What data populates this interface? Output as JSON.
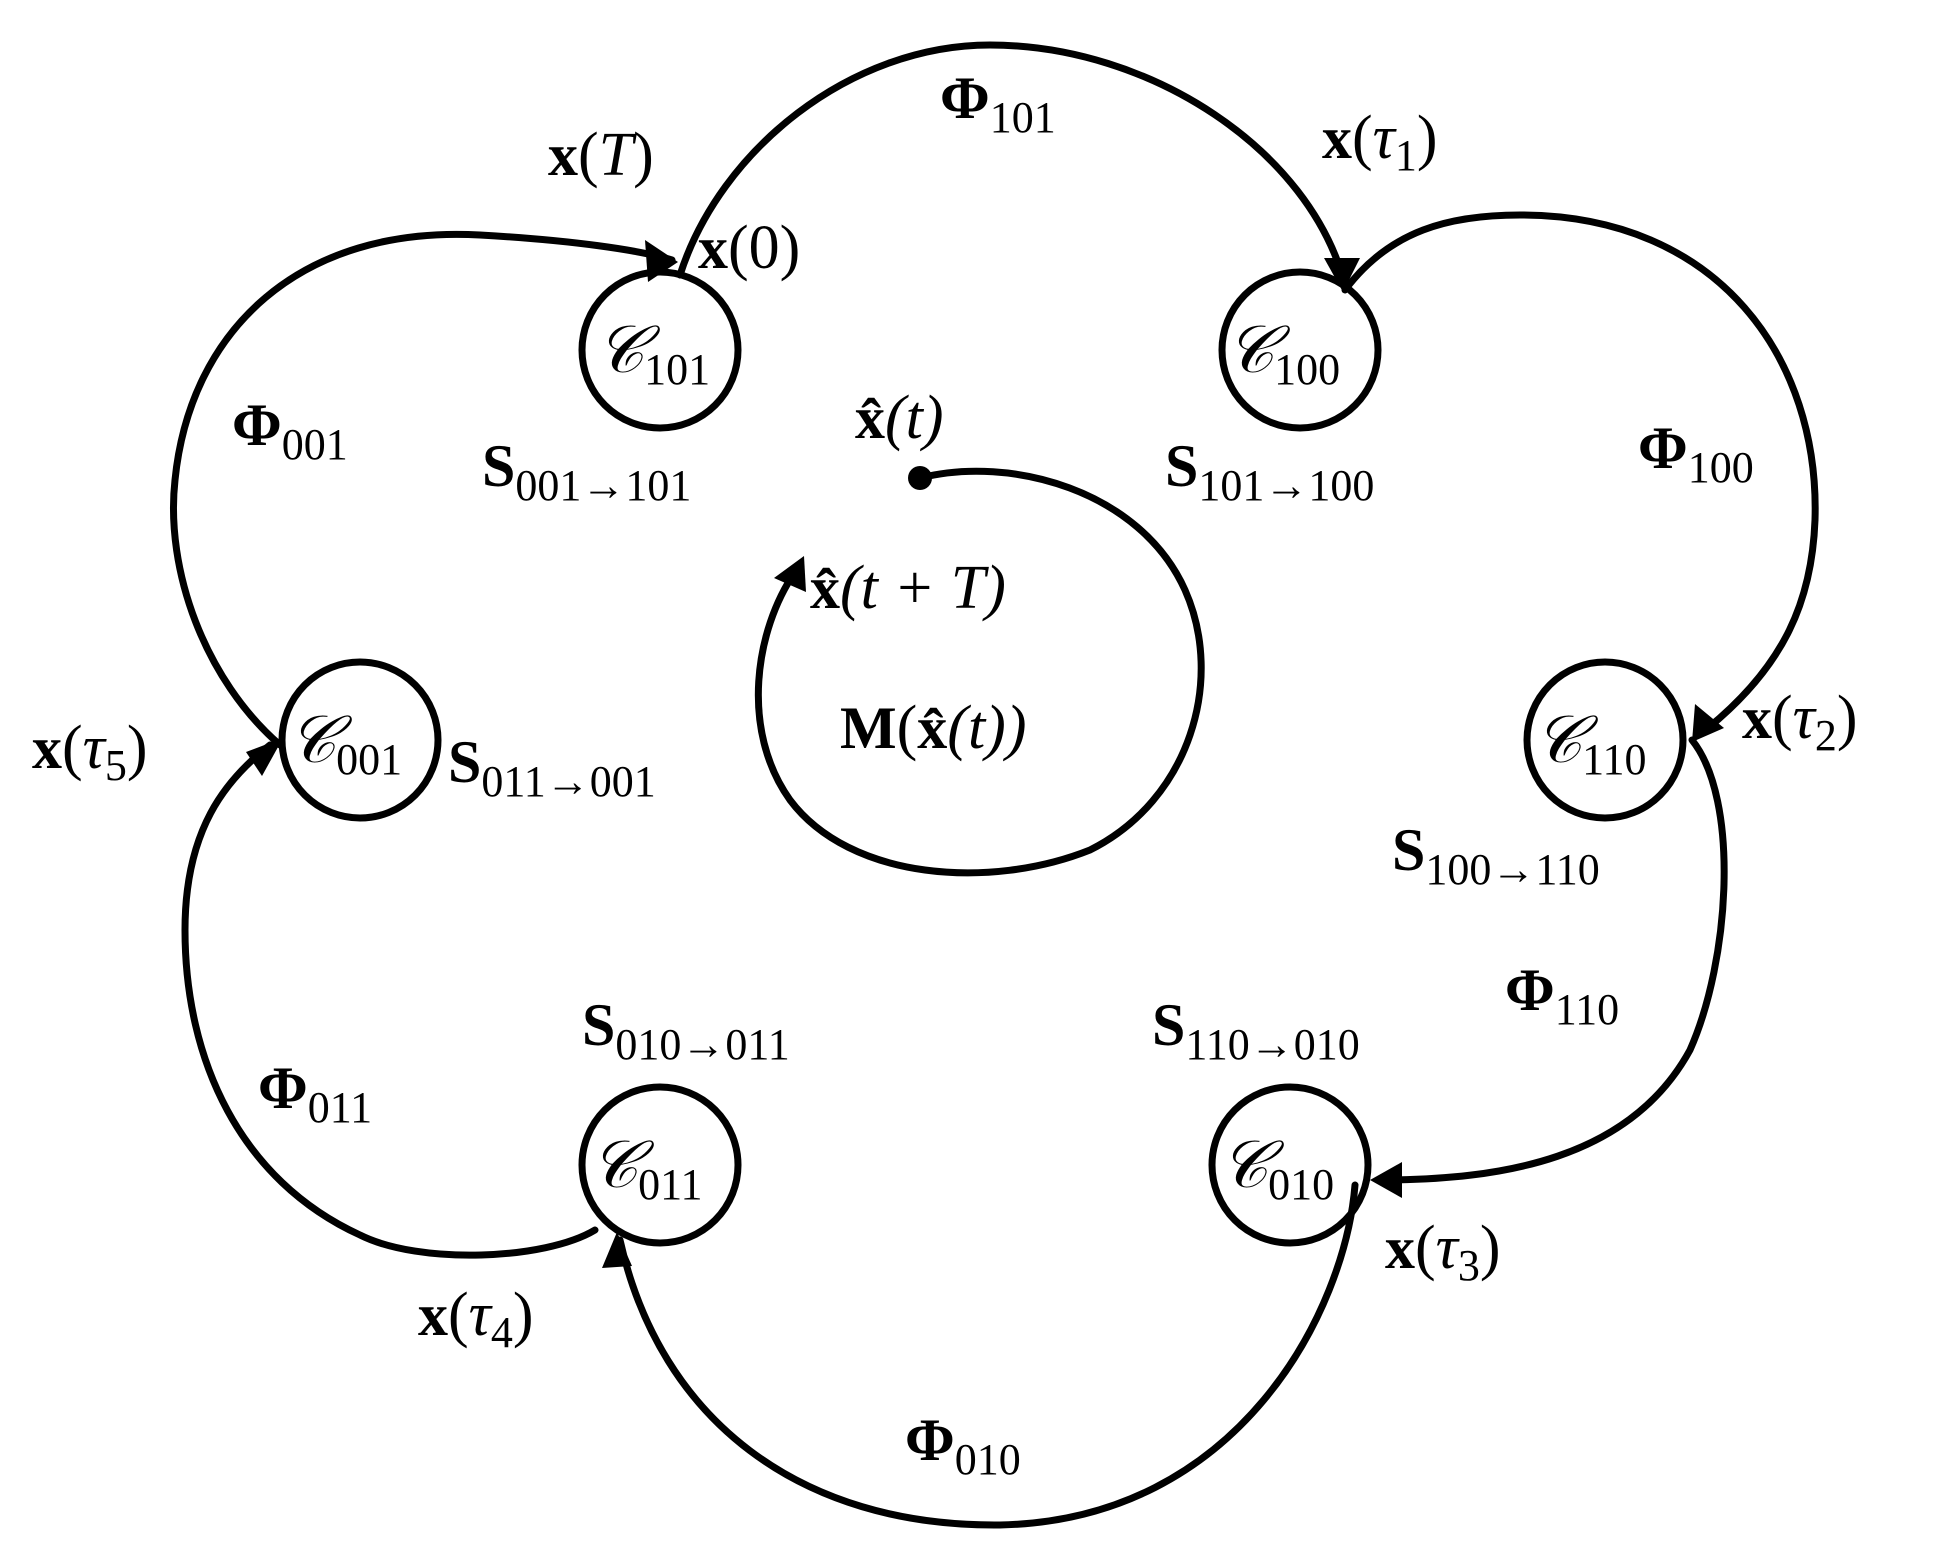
{
  "nodes": [
    {
      "id": "101",
      "symbol": "𝒞",
      "sub": "101"
    },
    {
      "id": "100",
      "symbol": "𝒞",
      "sub": "100"
    },
    {
      "id": "110",
      "symbol": "𝒞",
      "sub": "110"
    },
    {
      "id": "010",
      "symbol": "𝒞",
      "sub": "010"
    },
    {
      "id": "011",
      "symbol": "𝒞",
      "sub": "011"
    },
    {
      "id": "001",
      "symbol": "𝒞",
      "sub": "001"
    }
  ],
  "flows": [
    {
      "symbol": "Φ",
      "sub": "101"
    },
    {
      "symbol": "Φ",
      "sub": "100"
    },
    {
      "symbol": "Φ",
      "sub": "110"
    },
    {
      "symbol": "Φ",
      "sub": "010"
    },
    {
      "symbol": "Φ",
      "sub": "011"
    },
    {
      "symbol": "Φ",
      "sub": "001"
    }
  ],
  "switches": [
    {
      "symbol": "S",
      "sub": "001→101"
    },
    {
      "symbol": "S",
      "sub": "101→100"
    },
    {
      "symbol": "S",
      "sub": "100→110"
    },
    {
      "symbol": "S",
      "sub": "110→010"
    },
    {
      "symbol": "S",
      "sub": "010→011"
    },
    {
      "symbol": "S",
      "sub": "011→001"
    }
  ],
  "states": [
    {
      "bold": "x",
      "open": "(",
      "var": "T",
      "sub": "",
      "close": ")"
    },
    {
      "bold": "x",
      "open": "(",
      "var": "",
      "sub": "",
      "num": "0",
      "close": ")"
    },
    {
      "bold": "x",
      "open": "(",
      "var": "τ",
      "sub": "1",
      "close": ")"
    },
    {
      "bold": "x",
      "open": "(",
      "var": "τ",
      "sub": "2",
      "close": ")"
    },
    {
      "bold": "x",
      "open": "(",
      "var": "τ",
      "sub": "3",
      "close": ")"
    },
    {
      "bold": "x",
      "open": "(",
      "var": "τ",
      "sub": "4",
      "close": ")"
    },
    {
      "bold": "x",
      "open": "(",
      "var": "τ",
      "sub": "5",
      "close": ")"
    }
  ],
  "monodromy": {
    "start_label": {
      "bold": "x̂",
      "rest": "(t)"
    },
    "end_label": {
      "bold": "x̂",
      "rest": "(t + T)"
    },
    "matrix_label": {
      "bold": "M",
      "open": "(",
      "bold2": "x̂",
      "rest": "(t))"
    }
  }
}
